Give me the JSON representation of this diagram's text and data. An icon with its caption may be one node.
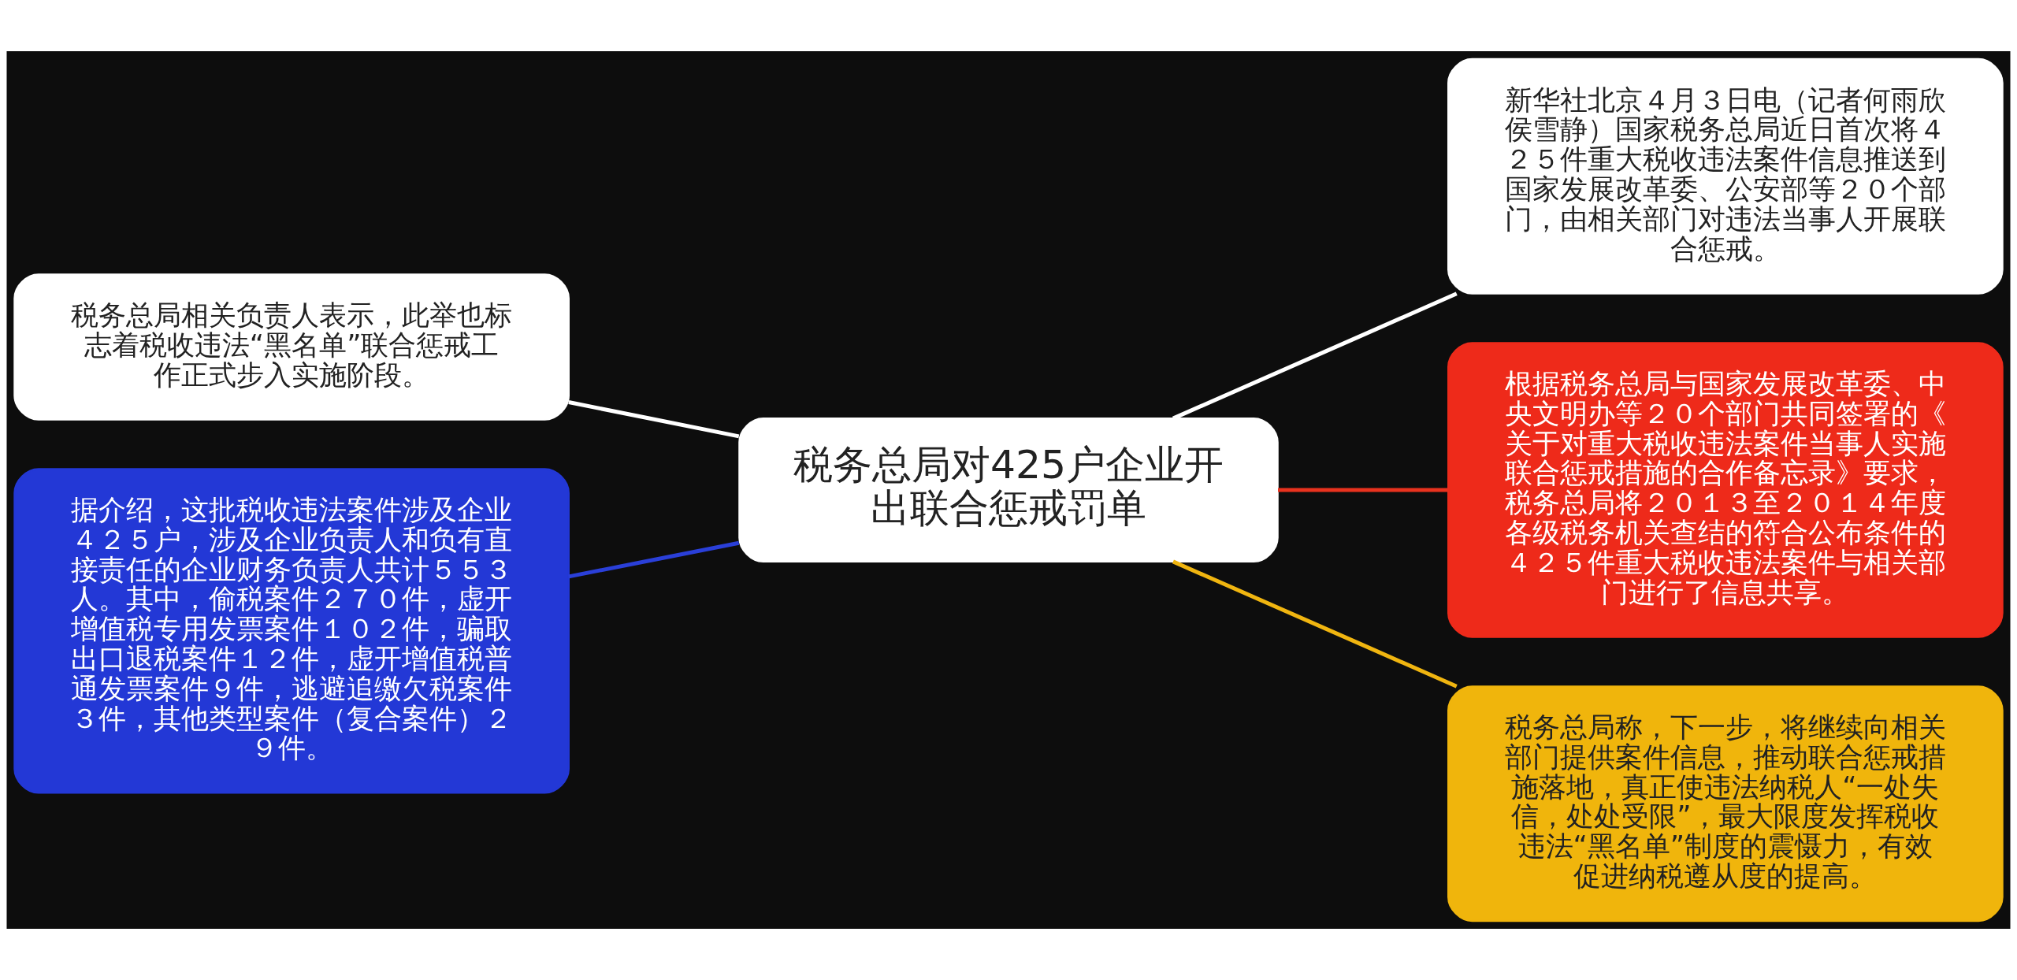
{
  "diagram": {
    "nodes": [
      {
        "text": [
          "税务总局对425户企业开出联合惩戒罚单"
        ]
      },
      {
        "text": [
          "新华社北京４月３日电（记者何雨欣侯雪静）国家税务总局近日首次将４２５件重大税收违法案件信息推送到国家发展改革委、公安部等２０个部门，由相关部门对违法当事人开展联合惩戒。"
        ]
      },
      {
        "text": [
          "根据税务总局与国家发展改革委、中央文明办等２０个部门共同签署的《关于对重大税收违法案件当事人实施联合惩戒措施的合作备忘录》要求，税务总局将２０１３至２０１４年度各级税务机关查结的符合公布条件的４２５件重大税收违法案件与相关部门进行了信息共享。"
        ]
      },
      {
        "text": [
          "税务总局称，下一步，将继续向相关部门提供案件信息，推动联合惩戒措施落地，真正使违法纳税人“一处失信，处处受限”，最大限度发挥税收违法“黑名单”制度的震慑力，有效促进纳税遵从度的提高。"
        ]
      },
      {
        "text": [
          "税务总局相关负责人表示，此举也标志着税收违法“黑名单”联合惩戒工作正式步入实施阶段。"
        ]
      },
      {
        "text": [
          "据介绍，这批税收违法案件涉及企业４２５户，涉及企业负责人和负有直接责任的企业财务负责人共计５５３人。其中，偷税案件２７０件，虚开增值税专用发票案件１０２件，骗取出口退税案件１２件，虚开增值税普通发票案件９件，逃避追缴欠税案件３件，其他类型案件（复合案件）２９件。"
        ]
      }
    ],
    "edges": [
      {
        "from": 0,
        "to": 1,
        "arrow": "none"
      },
      {
        "from": 0,
        "to": 2,
        "arrow": "none",
        "color": "#e8321e"
      },
      {
        "from": 0,
        "to": 3,
        "arrow": "none",
        "color": "#f0b510"
      },
      {
        "from": 0,
        "to": 4,
        "arrow": "none"
      },
      {
        "from": 0,
        "to": 5,
        "arrow": "none",
        "color": "#2a3fd8"
      }
    ]
  }
}
